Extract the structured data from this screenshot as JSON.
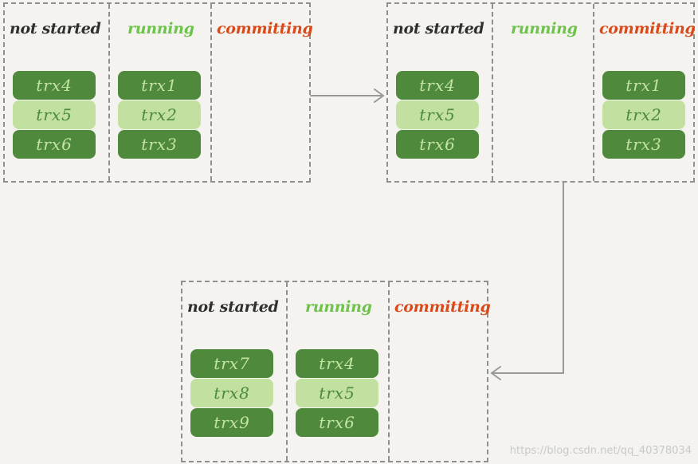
{
  "columns": {
    "not_started": "not started",
    "running": "running",
    "committing": "committing"
  },
  "colors": {
    "not_started_title": "#2f2f2f",
    "running_title": "#6cc349",
    "committing_title": "#d9491a",
    "trx_dark": "#4f8a3c",
    "trx_light": "#c2e0a0",
    "border": "#8f8f8f"
  },
  "stages": [
    {
      "not_started": [
        "trx4",
        "trx5",
        "trx6"
      ],
      "running": [
        "trx1",
        "trx2",
        "trx3"
      ],
      "committing": []
    },
    {
      "not_started": [
        "trx4",
        "trx5",
        "trx6"
      ],
      "running": [],
      "committing": [
        "trx1",
        "trx2",
        "trx3"
      ]
    },
    {
      "not_started": [
        "trx7",
        "trx8",
        "trx9"
      ],
      "running": [
        "trx4",
        "trx5",
        "trx6"
      ],
      "committing": []
    }
  ],
  "watermark": "https://blog.csdn.net/qq_40378034"
}
